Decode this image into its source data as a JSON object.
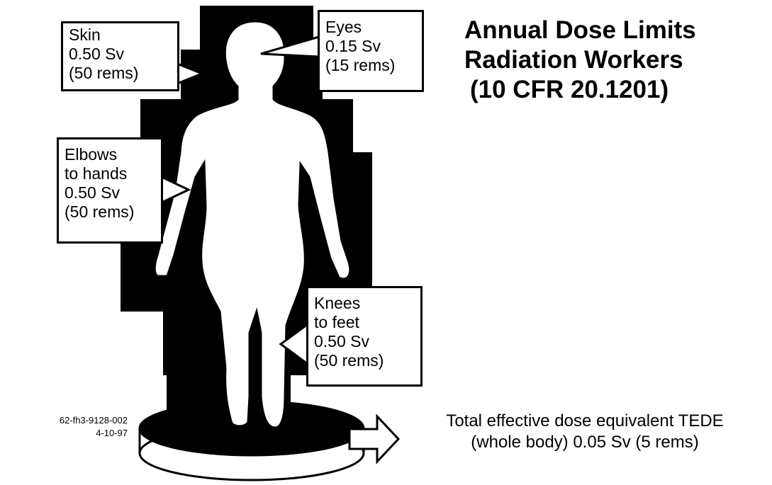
{
  "title": {
    "line1": "Annual Dose Limits",
    "line2": "Radiation Workers",
    "line3": "(10 CFR 20.1201)"
  },
  "callouts": {
    "skin": {
      "line1": "Skin",
      "line2": "0.50 Sv",
      "line3": "(50 rems)"
    },
    "eyes": {
      "line1": "Eyes",
      "line2": "0.15 Sv",
      "line3": "(15 rems)"
    },
    "elbows": {
      "line1": "Elbows",
      "line2": "to hands",
      "line3": "0.50 Sv",
      "line4": "(50 rems)"
    },
    "knees": {
      "line1": "Knees",
      "line2": "to feet",
      "line3": "0.50 Sv",
      "line4": "(50 rems)"
    }
  },
  "tede": {
    "line1": "Total effective dose equivalent TEDE",
    "line2": "(whole body) 0.05 Sv (5 rems)"
  },
  "stamp": {
    "line1": "62-fh3-9128-002",
    "line2": "4-10-97"
  },
  "colors": {
    "ink": "#000000",
    "paper": "#ffffff"
  }
}
